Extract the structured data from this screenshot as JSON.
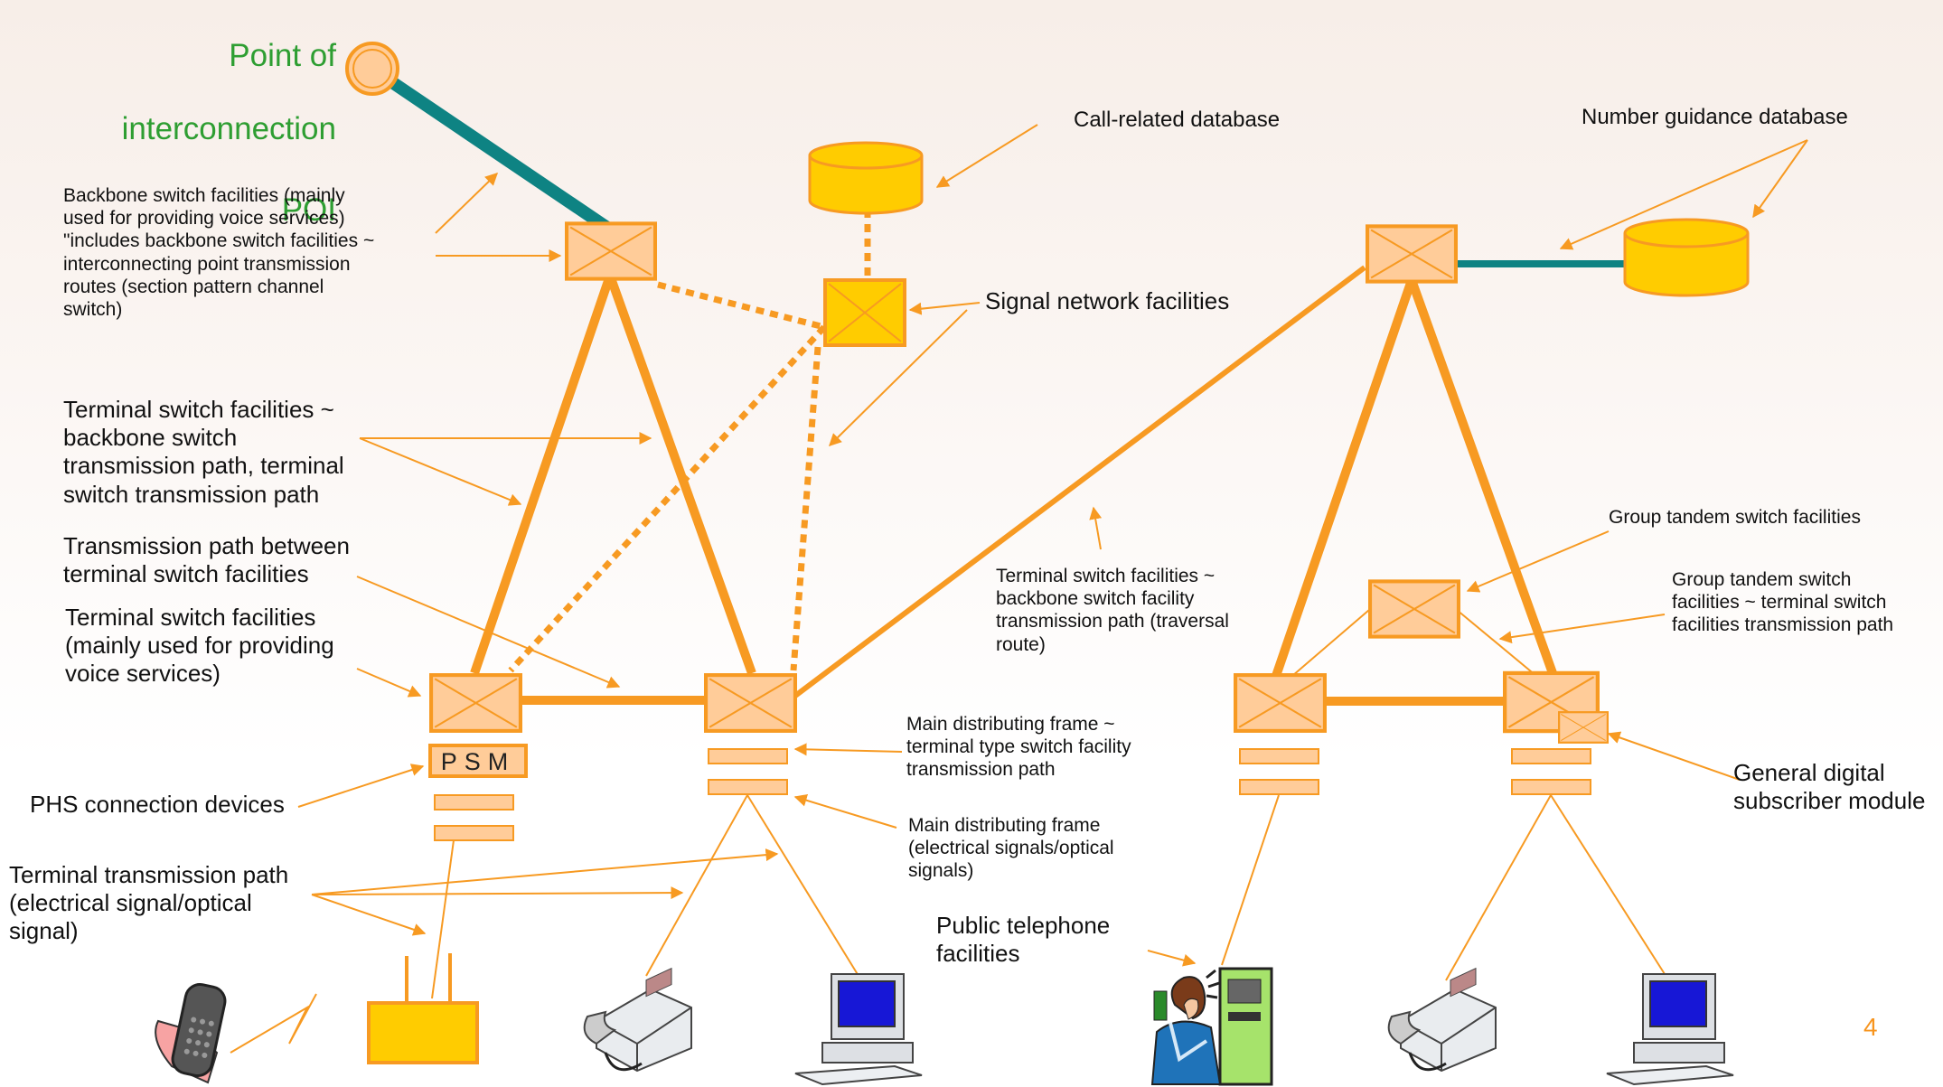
{
  "poi": {
    "line1": "Point of",
    "line2": "interconnection",
    "abbr": "POI"
  },
  "labels": {
    "backbone_switch": "Backbone switch facilities (mainly\nused for providing voice services)\n\"includes backbone switch facilities ~\ninterconnecting point transmission\nroutes (section pattern channel\nswitch)",
    "call_db": "Call-related database",
    "number_db": "Number guidance database",
    "signal_network": "Signal network facilities",
    "terminal_backbone_path": "Terminal switch facilities ~\nbackbone switch\ntransmission path, terminal\nswitch transmission path",
    "transmission_between": "Transmission path between\nterminal switch facilities",
    "terminal_switch": "Terminal switch facilities\n(mainly used for providing\nvoice services)",
    "phs_devices": "PHS connection devices",
    "terminal_transmission": "Terminal transmission path\n(electrical signal/optical\nsignal)",
    "traversal": "Terminal switch facilities ~\nbackbone switch facility\ntransmission path (traversal\nroute)",
    "mdf_switch": "Main distributing frame ~\nterminal type switch facility\ntransmission path",
    "mdf_signals": "Main distributing frame\n(electrical signals/optical\nsignals)",
    "public_phone": "Public telephone\nfacilities",
    "group_tandem": "Group tandem switch facilities",
    "group_tandem_path": "Group tandem switch\nfacilities ~ terminal switch\nfacilities transmission path",
    "gdsm": "General digital\nsubscriber module"
  },
  "psm": "PSM",
  "page_number": "4",
  "colors": {
    "orange": "#f79a22",
    "box_fill": "#ffcc99",
    "db_fill": "#ffcc00",
    "teal": "#0e8383",
    "green_text": "#2e9e32"
  }
}
